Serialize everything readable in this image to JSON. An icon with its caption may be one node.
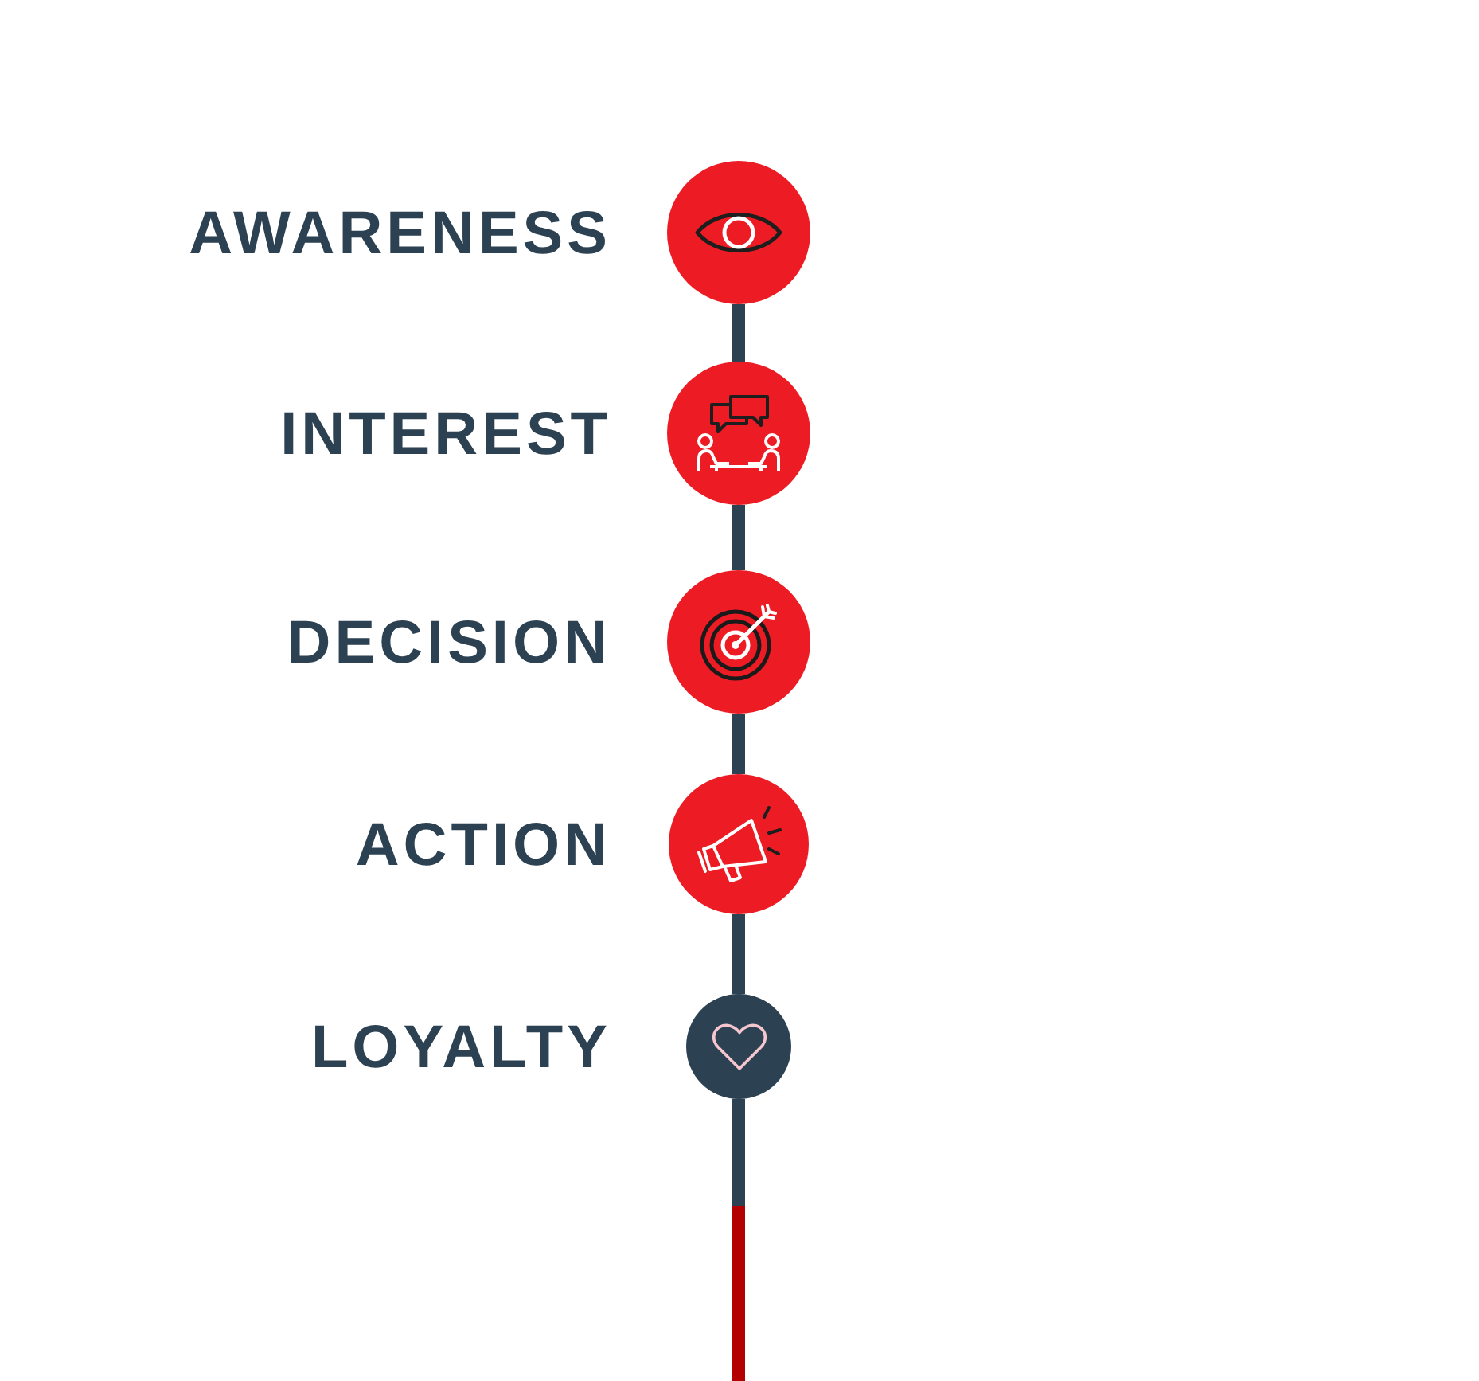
{
  "diagram": {
    "nodes": [
      {
        "text": [],
        "shape": "circle",
        "beside": [
          "AWARENESS"
        ]
      },
      {
        "text": [],
        "shape": "circle",
        "beside": [
          "INTEREST"
        ]
      },
      {
        "text": [],
        "shape": "circle",
        "beside": [
          "DECISION"
        ]
      },
      {
        "text": [],
        "shape": "circle",
        "beside": [
          "ACTION"
        ]
      },
      {
        "text": [],
        "shape": "circle",
        "beside": [
          "LOYALTY"
        ]
      }
    ],
    "edges": [
      {
        "from": 0,
        "to": 1,
        "arrow": "none"
      },
      {
        "from": 1,
        "to": 2,
        "arrow": "none"
      },
      {
        "from": 2,
        "to": 3,
        "arrow": "none"
      },
      {
        "from": 3,
        "to": 4,
        "arrow": "none"
      },
      {
        "from": 4,
        "to": null,
        "arrow": "none"
      }
    ]
  }
}
